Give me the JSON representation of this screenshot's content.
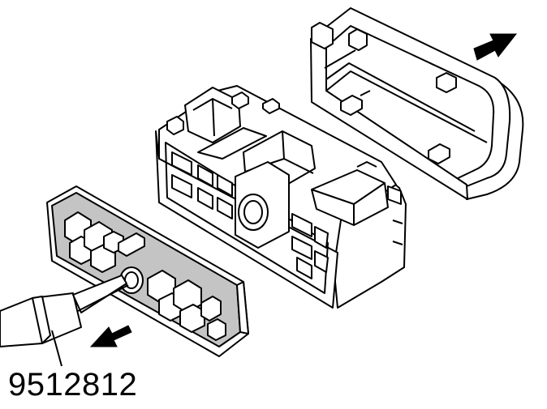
{
  "tool": {
    "part_number": "9512812",
    "icon": "screwdriver-tool-icon"
  },
  "parts": {
    "cover": {
      "icon": "connector-cover-icon",
      "removal_direction": "up-right"
    },
    "housing": {
      "icon": "fuse-relay-housing-icon"
    },
    "seal_plate": {
      "icon": "connector-seal-plate-icon",
      "removal_direction": "down-left"
    }
  },
  "colors": {
    "line": "#000000",
    "background": "#ffffff",
    "seal_plate_fill": "#c4c4c4"
  }
}
